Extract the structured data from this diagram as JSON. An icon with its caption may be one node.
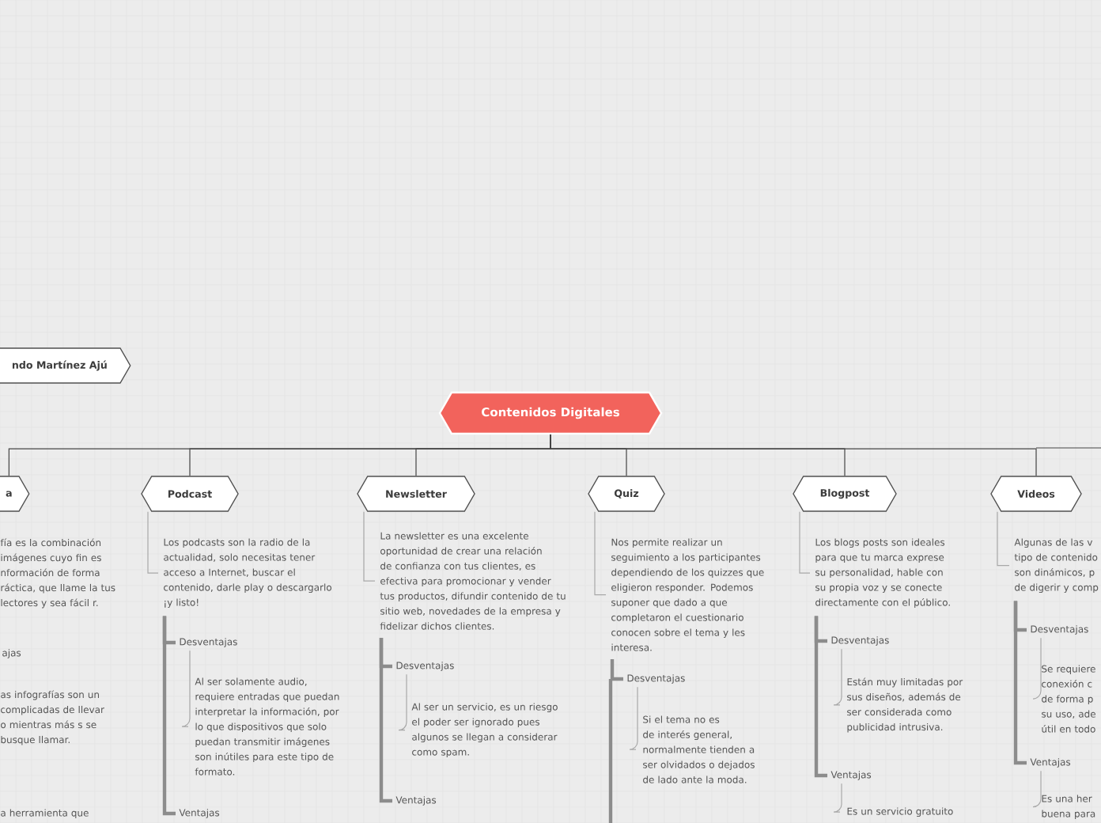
{
  "diagram": {
    "nodes": [
      {
        "text": [
          "ndo Martínez Ajú"
        ]
      },
      {
        "text": [
          "Contenidos Digitales"
        ]
      },
      {
        "text": [
          "a"
        ]
      },
      {
        "text": [
          "fía es la combinación imágenes cuyo fin es nformación de forma ráctica, que llame la tus lectores y sea fácil r."
        ]
      },
      {
        "text": [
          "ajas"
        ]
      },
      {
        "text": [
          "as infografías son un complicadas de llevar o mientras más s se busque llamar."
        ]
      },
      {
        "text": [
          "a herramienta que"
        ]
      },
      {
        "text": [
          "Podcast"
        ]
      },
      {
        "text": [
          "Los podcasts son la radio de la actualidad, solo necesitas tener acceso a Internet, buscar el contenido, darle play o descargarlo ¡y listo!"
        ]
      },
      {
        "text": [
          "Desventajas"
        ]
      },
      {
        "text": [
          "Al ser solamente audio, requiere entradas que puedan interpretar la información, por lo que dispositivos que solo puedan transmitir imágenes son inútiles para este tipo de formato."
        ]
      },
      {
        "text": [
          "Ventajas"
        ]
      },
      {
        "text": [
          "Newsletter"
        ]
      },
      {
        "text": [
          "La newsletter es una excelente oportunidad de crear una relación de confianza con tus clientes, es efectiva para promocionar y vender tus productos, difundir contenido de tu sitio web, novedades de la empresa y fidelizar dichos clientes."
        ]
      },
      {
        "text": [
          "Desventajas"
        ]
      },
      {
        "text": [
          "Al ser un servicio, es un riesgo el poder ser ignorado pues algunos se llegan a considerar como spam."
        ]
      },
      {
        "text": [
          "Ventajas"
        ]
      },
      {
        "text": [
          "Quiz"
        ]
      },
      {
        "text": [
          "Nos permite realizar un seguimiento a los participantes dependiendo de los quizzes que eligieron responder. Podemos suponer que dado a que completaron el cuestionario conocen sobre el tema y les interesa."
        ]
      },
      {
        "text": [
          "Desventajas"
        ]
      },
      {
        "text": [
          "Si el tema no es de interés general, normalmente tienden a ser olvidados o dejados de lado ante la moda."
        ]
      },
      {
        "text": [
          "Blogpost"
        ]
      },
      {
        "text": [
          "Los blogs posts son ideales para que tu marca exprese su personalidad, hable con su propia voz y se conecte directamente con el público."
        ]
      },
      {
        "text": [
          "Desventajas"
        ]
      },
      {
        "text": [
          "Están muy limitadas por sus diseños, además de ser considerada como publicidad intrusiva."
        ]
      },
      {
        "text": [
          "Ventajas"
        ]
      },
      {
        "text": [
          "Es un servicio gratuito"
        ]
      },
      {
        "text": [
          "Videos"
        ]
      },
      {
        "text": [
          "Algunas de las v tipo de contenido son dinámicos, p de digerir y comp"
        ]
      },
      {
        "text": [
          "Desventajas"
        ]
      },
      {
        "text": [
          "Se requiere conexión c de forma p su uso, ade útil en todo"
        ]
      },
      {
        "text": [
          "Ventajas"
        ]
      },
      {
        "text": [
          "Es una her buena para"
        ]
      }
    ],
    "edges": [
      {
        "from": 1,
        "to": 2,
        "arrow": "none",
        "color": "#444444"
      },
      {
        "from": 1,
        "to": 7,
        "arrow": "none",
        "color": "#444444"
      },
      {
        "from": 1,
        "to": 12,
        "arrow": "none",
        "color": "#444444"
      },
      {
        "from": 1,
        "to": 17,
        "arrow": "none",
        "color": "#444444"
      },
      {
        "from": 1,
        "to": 21,
        "arrow": "none",
        "color": "#444444"
      },
      {
        "from": 1,
        "to": 27,
        "arrow": "none",
        "color": "#444444"
      },
      {
        "from": 7,
        "to": 8,
        "arrow": "none"
      },
      {
        "from": 8,
        "to": 9,
        "arrow": "none",
        "style": "thick"
      },
      {
        "from": 9,
        "to": 10,
        "arrow": "none"
      },
      {
        "from": 8,
        "to": 11,
        "arrow": "none",
        "style": "thick"
      },
      {
        "from": 12,
        "to": 13,
        "arrow": "none"
      },
      {
        "from": 13,
        "to": 14,
        "arrow": "none",
        "style": "thick"
      },
      {
        "from": 14,
        "to": 15,
        "arrow": "none"
      },
      {
        "from": 13,
        "to": 16,
        "arrow": "none",
        "style": "thick"
      },
      {
        "from": 17,
        "to": 18,
        "arrow": "none"
      },
      {
        "from": 18,
        "to": 19,
        "arrow": "none",
        "style": "thick"
      },
      {
        "from": 19,
        "to": 20,
        "arrow": "none"
      },
      {
        "from": 21,
        "to": 22,
        "arrow": "none"
      },
      {
        "from": 22,
        "to": 23,
        "arrow": "none",
        "style": "thick"
      },
      {
        "from": 23,
        "to": 24,
        "arrow": "none"
      },
      {
        "from": 22,
        "to": 25,
        "arrow": "none",
        "style": "thick"
      },
      {
        "from": 25,
        "to": 26,
        "arrow": "none"
      },
      {
        "from": 27,
        "to": 28,
        "arrow": "none"
      },
      {
        "from": 28,
        "to": 29,
        "arrow": "none",
        "style": "thick"
      },
      {
        "from": 29,
        "to": 30,
        "arrow": "none"
      },
      {
        "from": 28,
        "to": 31,
        "arrow": "none",
        "style": "thick"
      },
      {
        "from": 31,
        "to": 32,
        "arrow": "none"
      }
    ]
  }
}
